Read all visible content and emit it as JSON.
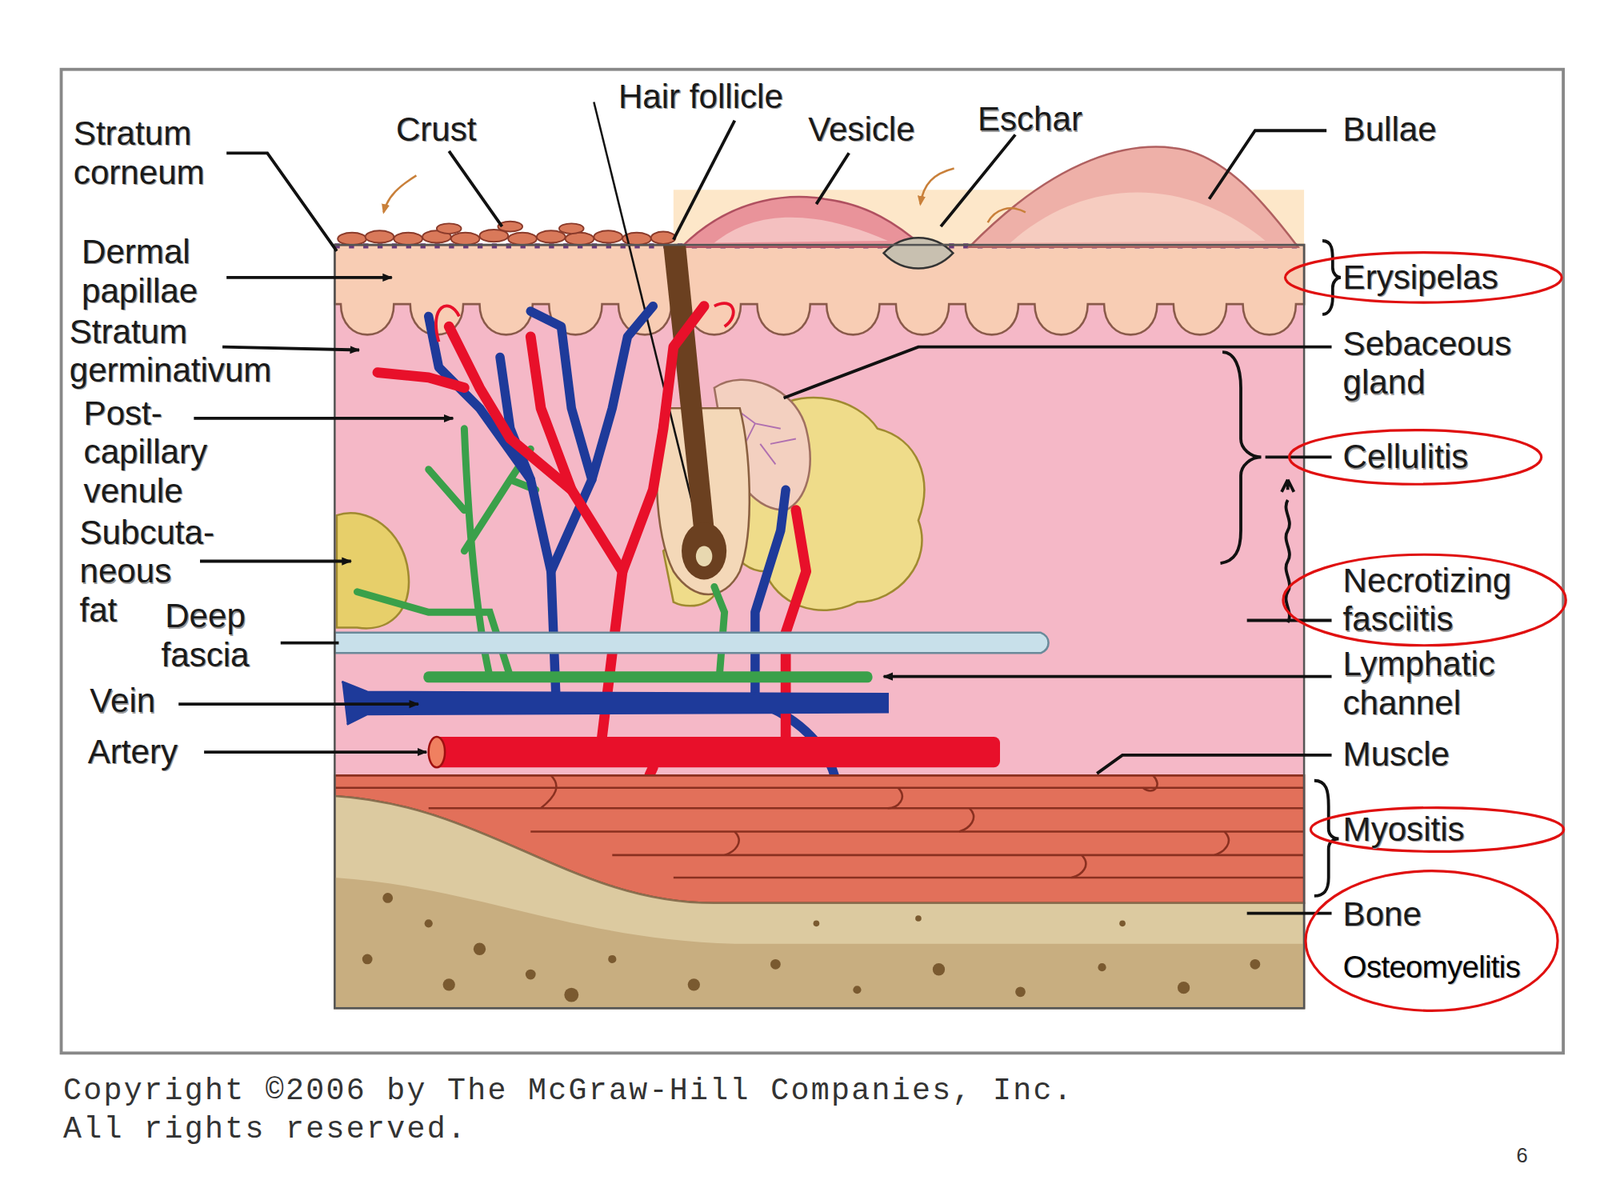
{
  "diagram": {
    "nodes": [
      {
        "text": [
          "Erysipelas"
        ]
      },
      {
        "text": [
          "Cellulitis"
        ]
      },
      {
        "text": [
          "Necrotizing fasciitis"
        ]
      },
      {
        "text": [
          "Myositis"
        ]
      },
      {
        "text": [
          "Bone",
          "Osteomyelitis"
        ]
      }
    ],
    "labels": [
      "Stratum corneum",
      "Crust",
      "Hair follicle",
      "Vesicle",
      "Eschar",
      "Bullae",
      "Dermal papillae",
      "Sebaceous gland",
      "Stratum germinativum",
      "Post- capillary venule",
      "Subcuta- neous fat",
      "Deep fascia",
      "Lymphatic channel",
      "Vein",
      "Artery",
      "Muscle",
      "Copyright ©2006 by The McGraw-Hill Companies, Inc. All rights reserved.",
      "6"
    ]
  }
}
